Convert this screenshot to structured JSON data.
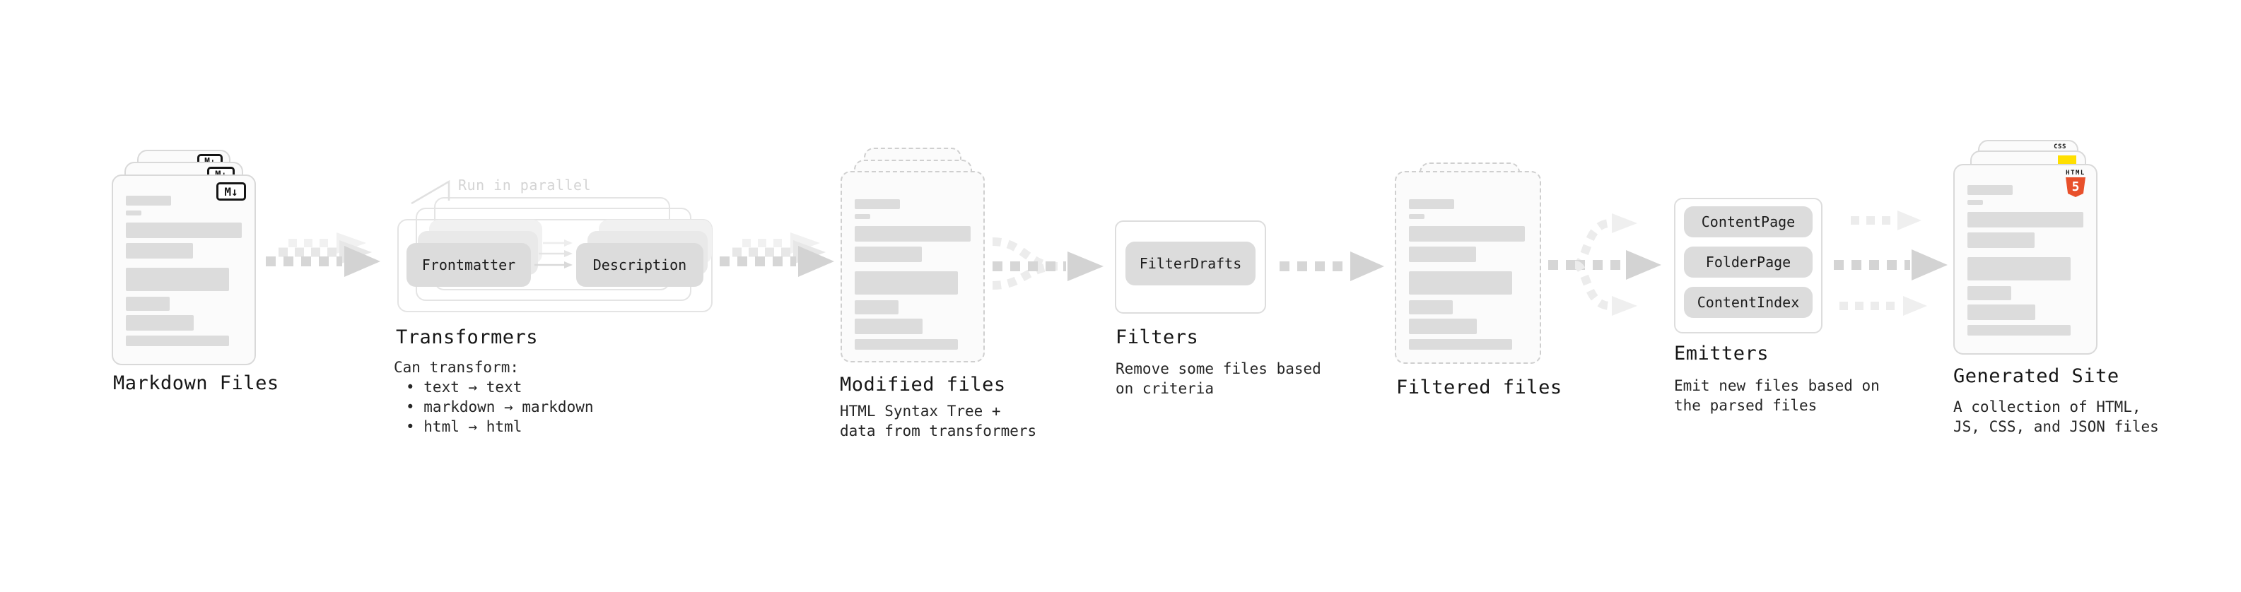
{
  "colors": {
    "markdown_badge": "#151515",
    "html5_orange": "#e8502b",
    "js_yellow": "#ffdf00",
    "css_blue": "#2b66f6",
    "arrow_gray": "#d4d4d4",
    "arrow_light": "#ececec",
    "pill_gray": "#dcdcdc"
  },
  "stages": {
    "markdown": {
      "label": "Markdown Files",
      "icon": "M↓"
    },
    "transformers": {
      "label": "Transformers",
      "annotation": "Run in parallel",
      "pills": [
        "Frontmatter",
        "Description"
      ],
      "desc": [
        "Can transform:",
        "• text → text",
        "• markdown → markdown",
        "• html → html"
      ]
    },
    "modified": {
      "label": "Modified files",
      "desc": [
        "HTML Syntax Tree +",
        "data from transformers"
      ]
    },
    "filters": {
      "label": "Filters",
      "pills": [
        "FilterDrafts"
      ],
      "desc": [
        "Remove some files based",
        "on criteria"
      ]
    },
    "filtered": {
      "label": "Filtered files"
    },
    "emitters": {
      "label": "Emitters",
      "pills": [
        "ContentPage",
        "FolderPage",
        "ContentIndex"
      ],
      "desc": [
        "Emit new files based on",
        "the parsed files"
      ]
    },
    "generated": {
      "label": "Generated Site",
      "desc": [
        "A collection of HTML,",
        "JS, CSS, and JSON files"
      ],
      "icons": {
        "css": "CSS",
        "html_top": "HTML",
        "html_num": "5"
      }
    }
  }
}
